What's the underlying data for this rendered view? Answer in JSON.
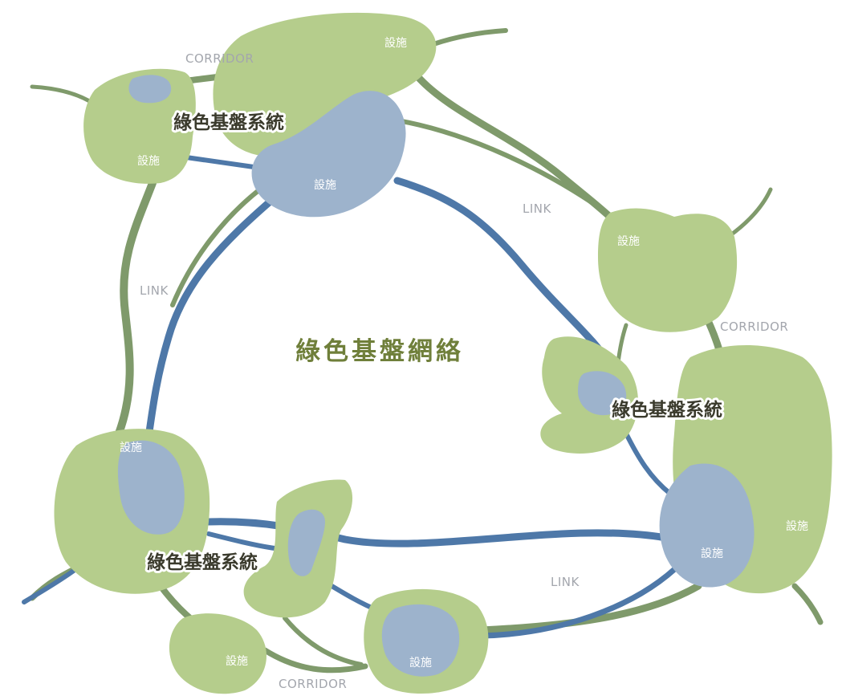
{
  "title": "綠色基盤網絡",
  "system_label": "綠色基盤系統",
  "facility_label": "設施",
  "link_label": "LINK",
  "corridor_label": "CORRIDOR",
  "colors": {
    "green_patch": "#b5cd8c",
    "blue_patch": "#9db3cc",
    "link_blue": "#4e78a8",
    "corridor_green": "#7f9a6b",
    "title_green": "#6f7f3a"
  }
}
